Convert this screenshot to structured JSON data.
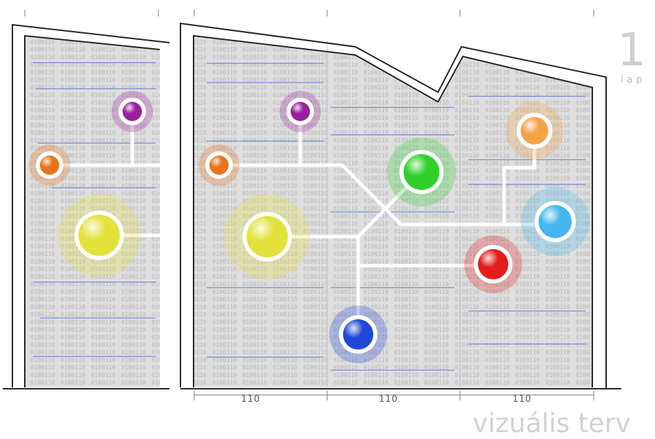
{
  "plan": {
    "page_number": "1",
    "page_word": "lap",
    "title": "vizuális terv",
    "dimensions": [
      "110",
      "110",
      "110"
    ]
  },
  "colors": {
    "panel_fill": "#dcdcdc",
    "binary_text": "#b5b5b5",
    "accent_line": "#5a6fcf",
    "connector": "#ffffff",
    "outline": "#222222",
    "dot_yellow": "#e2e23a",
    "dot_orange": "#e8741c",
    "dot_purple": "#9a1f9e",
    "dot_green": "#2fd02a",
    "dot_peach": "#f5a24a",
    "dot_cyan": "#45b6ef",
    "dot_red": "#e31b1b",
    "dot_blue": "#1f49d6"
  },
  "nodes": [
    {
      "name": "left-purple-node",
      "color": "dot_purple"
    },
    {
      "name": "left-orange-node",
      "color": "dot_orange"
    },
    {
      "name": "left-yellow-node",
      "color": "dot_yellow"
    },
    {
      "name": "purple-node",
      "color": "dot_purple"
    },
    {
      "name": "orange-node",
      "color": "dot_orange"
    },
    {
      "name": "yellow-node",
      "color": "dot_yellow"
    },
    {
      "name": "green-node",
      "color": "dot_green"
    },
    {
      "name": "peach-node",
      "color": "dot_peach"
    },
    {
      "name": "cyan-node",
      "color": "dot_cyan"
    },
    {
      "name": "red-node",
      "color": "dot_red"
    },
    {
      "name": "blue-node",
      "color": "dot_blue"
    }
  ]
}
